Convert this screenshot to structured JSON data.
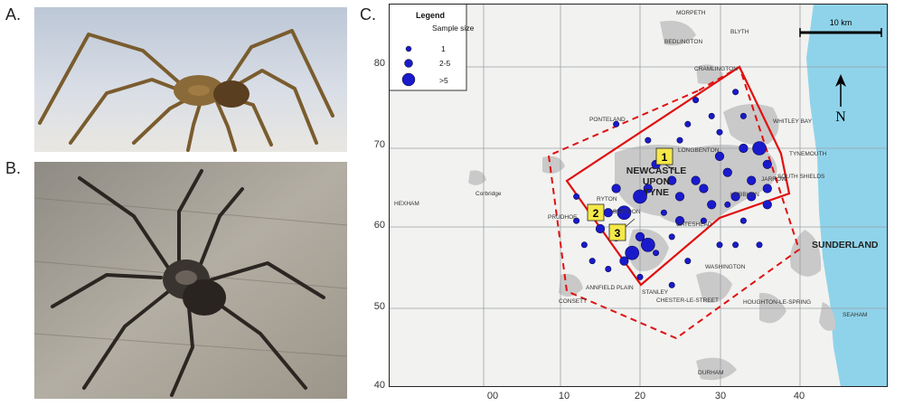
{
  "panels": {
    "a": {
      "label": "A."
    },
    "b": {
      "label": "B."
    },
    "c": {
      "label": "C."
    }
  },
  "legend": {
    "title": "Legend",
    "size_title": "Sample size",
    "entries": [
      "1",
      "2-5",
      ">5"
    ]
  },
  "scale_bar": {
    "label": "10 km"
  },
  "north_arrow": {
    "label": "N"
  },
  "towns_major": [
    "NEWCASTLE UPON TYNE",
    "SUNDERLAND"
  ],
  "towns_minor": [
    "MORPETH",
    "BEDLINGTON",
    "BLYTH",
    "CRAMLINGTON",
    "WHITLEY BAY",
    "TYNEMOUTH",
    "SOUTH SHIELDS",
    "PONTELAND",
    "LONGBENTON",
    "JARROW",
    "HEBBURN",
    "GATESHEAD",
    "WASHINGTON",
    "CHESTER-LE-STREET",
    "HOUGHTON-LE-SPRING",
    "STANLEY",
    "ANNFIELD PLAIN",
    "CONSETT",
    "PRUDHOE",
    "HEXHAM",
    "Corbridge",
    "DURHAM",
    "SEAHAM",
    "RYTON",
    "BLAYDON"
  ],
  "site_markers": [
    "1",
    "2",
    "3"
  ],
  "y_ticks": [
    "80",
    "70",
    "60",
    "50",
    "40"
  ],
  "x_ticks": [
    "00",
    "10",
    "20",
    "30",
    "40"
  ],
  "colors": {
    "sea": "#8fd3ea",
    "land": "#f2f2f0",
    "urban": "#c9c9c9",
    "grid": "#9aa0a6",
    "survey_outline": "#e01010",
    "point_fill": "#1a1acc",
    "marker_fill": "#f5e84a"
  },
  "sample_points": [
    {
      "e": 35,
      "n": 70,
      "size": 3
    },
    {
      "e": 33,
      "n": 70,
      "size": 2
    },
    {
      "e": 30,
      "n": 69,
      "size": 2
    },
    {
      "e": 36,
      "n": 68,
      "size": 2
    },
    {
      "e": 31,
      "n": 67,
      "size": 2
    },
    {
      "e": 34,
      "n": 66,
      "size": 2
    },
    {
      "e": 36,
      "n": 63,
      "size": 2
    },
    {
      "e": 29,
      "n": 63,
      "size": 2
    },
    {
      "e": 32,
      "n": 64,
      "size": 2
    },
    {
      "e": 27,
      "n": 66,
      "size": 2
    },
    {
      "e": 28,
      "n": 65,
      "size": 2
    },
    {
      "e": 24,
      "n": 66,
      "size": 2
    },
    {
      "e": 25,
      "n": 64,
      "size": 2
    },
    {
      "e": 20,
      "n": 64,
      "size": 3
    },
    {
      "e": 21,
      "n": 65,
      "size": 2
    },
    {
      "e": 22,
      "n": 68,
      "size": 2
    },
    {
      "e": 18,
      "n": 62,
      "size": 3
    },
    {
      "e": 16,
      "n": 62,
      "size": 2
    },
    {
      "e": 17,
      "n": 65,
      "size": 2
    },
    {
      "e": 19,
      "n": 57,
      "size": 3
    },
    {
      "e": 21,
      "n": 58,
      "size": 3
    },
    {
      "e": 20,
      "n": 59,
      "size": 2
    },
    {
      "e": 17,
      "n": 59,
      "size": 2
    },
    {
      "e": 18,
      "n": 56,
      "size": 2
    },
    {
      "e": 15,
      "n": 60,
      "size": 2
    },
    {
      "e": 13,
      "n": 58,
      "size": 1
    },
    {
      "e": 12,
      "n": 61,
      "size": 1
    },
    {
      "e": 14,
      "n": 56,
      "size": 1
    },
    {
      "e": 16,
      "n": 55,
      "size": 1
    },
    {
      "e": 20,
      "n": 54,
      "size": 1
    },
    {
      "e": 22,
      "n": 57,
      "size": 1
    },
    {
      "e": 25,
      "n": 61,
      "size": 2
    },
    {
      "e": 28,
      "n": 61,
      "size": 1
    },
    {
      "e": 24,
      "n": 59,
      "size": 1
    },
    {
      "e": 26,
      "n": 56,
      "size": 1
    },
    {
      "e": 30,
      "n": 58,
      "size": 1
    },
    {
      "e": 32,
      "n": 58,
      "size": 1
    },
    {
      "e": 33,
      "n": 61,
      "size": 1
    },
    {
      "e": 35,
      "n": 58,
      "size": 1
    },
    {
      "e": 24,
      "n": 53,
      "size": 1
    },
    {
      "e": 26,
      "n": 73,
      "size": 1
    },
    {
      "e": 27,
      "n": 76,
      "size": 1
    },
    {
      "e": 25,
      "n": 71,
      "size": 1
    },
    {
      "e": 21,
      "n": 71,
      "size": 1
    },
    {
      "e": 17,
      "n": 73,
      "size": 1
    },
    {
      "e": 30,
      "n": 72,
      "size": 1
    },
    {
      "e": 29,
      "n": 74,
      "size": 1
    },
    {
      "e": 33,
      "n": 74,
      "size": 1
    },
    {
      "e": 32,
      "n": 77,
      "size": 1
    },
    {
      "e": 36,
      "n": 65,
      "size": 2
    },
    {
      "e": 34,
      "n": 64,
      "size": 2
    },
    {
      "e": 31,
      "n": 63,
      "size": 1
    },
    {
      "e": 12,
      "n": 64,
      "size": 1
    },
    {
      "e": 23,
      "n": 62,
      "size": 1
    }
  ]
}
